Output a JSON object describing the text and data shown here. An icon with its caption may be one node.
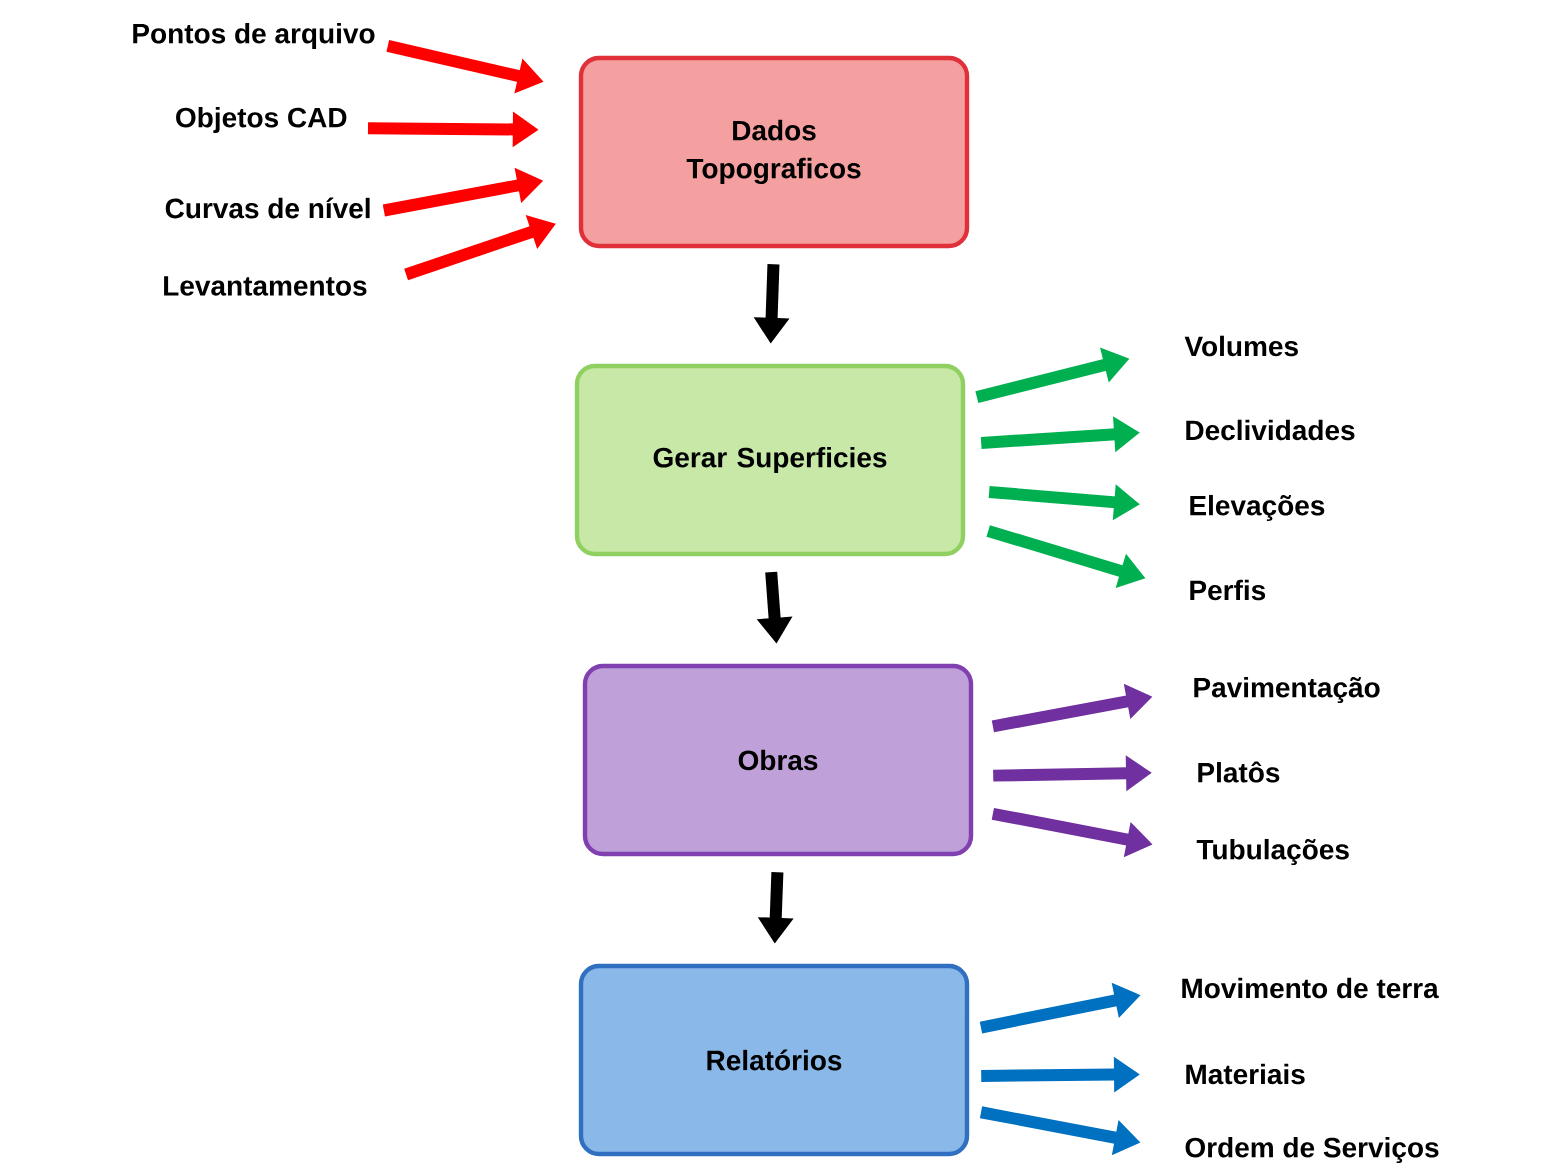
{
  "diagram": {
    "nodes": [
      {
        "text": [
          "Pontos de arquivo"
        ]
      },
      {
        "text": [
          "Objetos CAD"
        ]
      },
      {
        "text": [
          "Curvas de nível"
        ]
      },
      {
        "text": [
          "Levantamentos"
        ]
      },
      {
        "text": [
          "Dados Topograficos"
        ]
      },
      {
        "text": [
          "Gerar Superficies"
        ]
      },
      {
        "text": [
          "Volumes"
        ]
      },
      {
        "text": [
          "Declividades"
        ]
      },
      {
        "text": [
          "Elevações"
        ]
      },
      {
        "text": [
          "Perfis"
        ]
      },
      {
        "text": [
          "Obras"
        ]
      },
      {
        "text": [
          "Pavimentação"
        ]
      },
      {
        "text": [
          "Platôs"
        ]
      },
      {
        "text": [
          "Tubulações"
        ]
      },
      {
        "text": [
          "Relatórios"
        ]
      },
      {
        "text": [
          "Movimento de terra"
        ]
      },
      {
        "text": [
          "Materiais"
        ]
      },
      {
        "text": [
          "Ordem de Serviços"
        ]
      }
    ],
    "edges": [
      {
        "from": 0,
        "to": 4,
        "arrow": "to",
        "color": "#ff0000"
      },
      {
        "from": 1,
        "to": 4,
        "arrow": "to",
        "color": "#ff0000"
      },
      {
        "from": 2,
        "to": 4,
        "arrow": "to",
        "color": "#ff0000"
      },
      {
        "from": 3,
        "to": 4,
        "arrow": "to",
        "color": "#ff0000"
      },
      {
        "from": 4,
        "to": 5,
        "arrow": "to",
        "color": "#000000"
      },
      {
        "from": 5,
        "to": 6,
        "arrow": "to",
        "color": "#00b050"
      },
      {
        "from": 5,
        "to": 7,
        "arrow": "to",
        "color": "#00b050"
      },
      {
        "from": 5,
        "to": 8,
        "arrow": "to",
        "color": "#00b050"
      },
      {
        "from": 5,
        "to": 9,
        "arrow": "to",
        "color": "#00b050"
      },
      {
        "from": 5,
        "to": 10,
        "arrow": "to",
        "color": "#000000"
      },
      {
        "from": 10,
        "to": 11,
        "arrow": "to",
        "color": "#7030a0"
      },
      {
        "from": 10,
        "to": 12,
        "arrow": "to",
        "color": "#7030a0"
      },
      {
        "from": 10,
        "to": 13,
        "arrow": "to",
        "color": "#7030a0"
      },
      {
        "from": 10,
        "to": 14,
        "arrow": "to",
        "color": "#000000"
      },
      {
        "from": 14,
        "to": 15,
        "arrow": "to",
        "color": "#0070c0"
      },
      {
        "from": 14,
        "to": 16,
        "arrow": "to",
        "color": "#0070c0"
      },
      {
        "from": 14,
        "to": 17,
        "arrow": "to",
        "color": "#0070c0"
      }
    ]
  }
}
